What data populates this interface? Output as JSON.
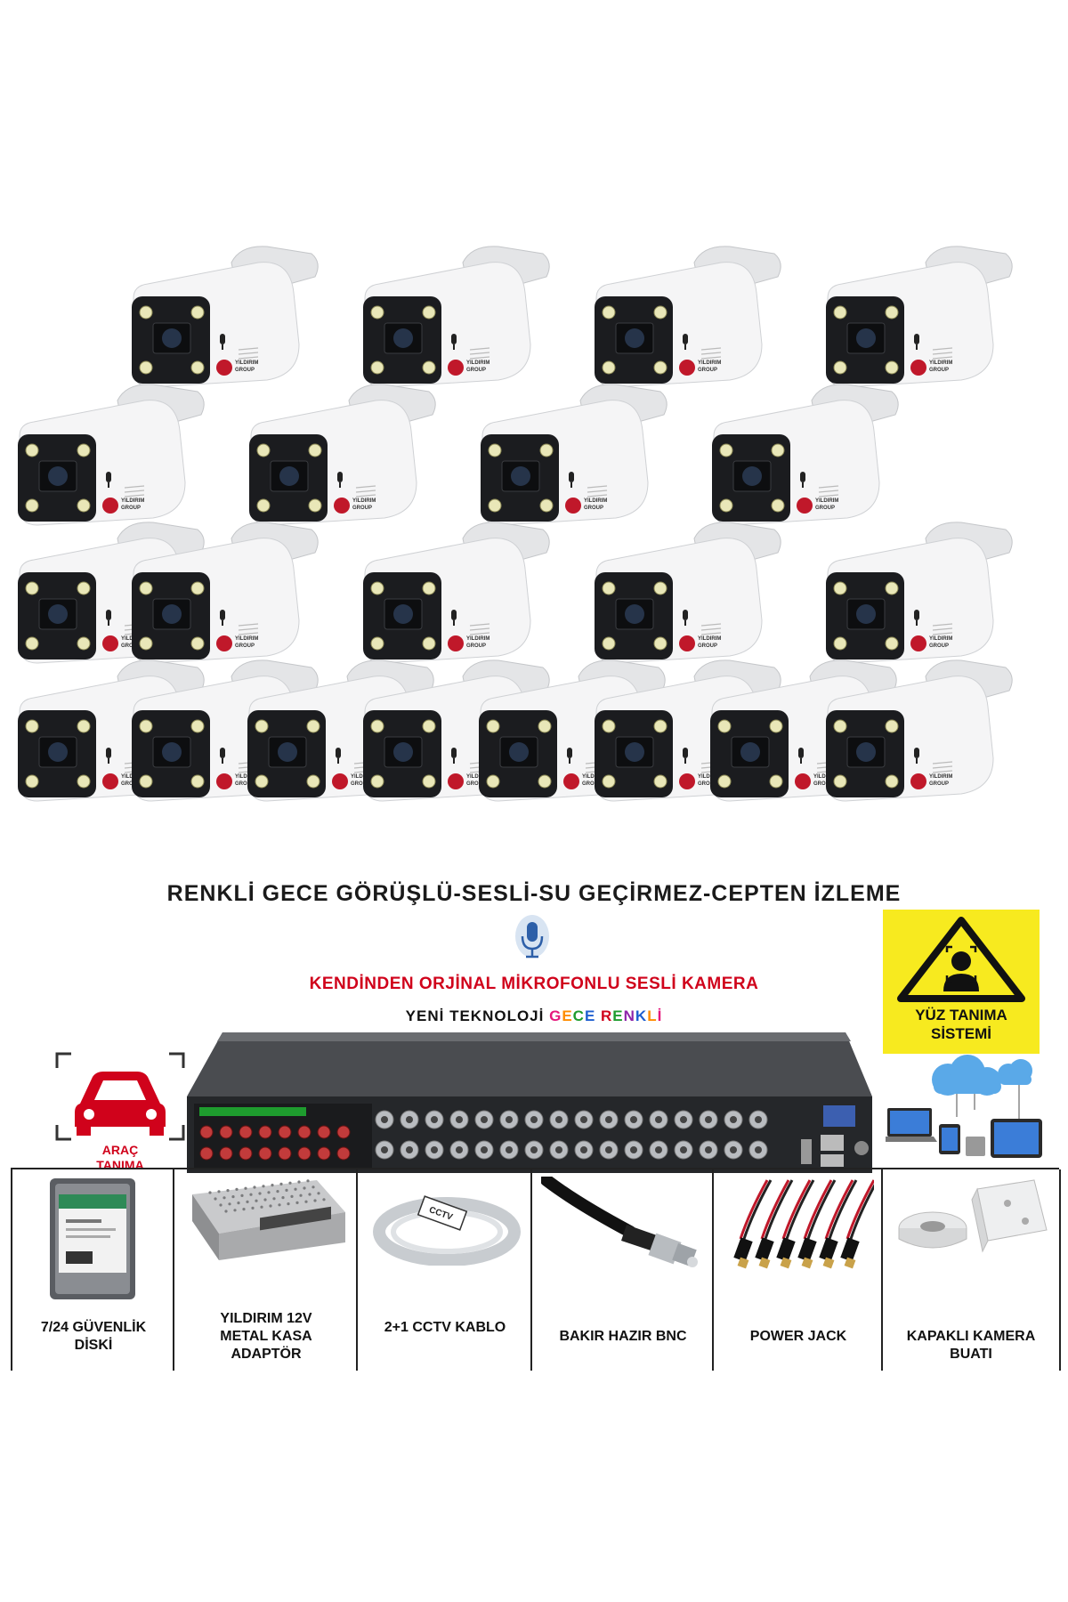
{
  "headline": "RENKLİ GECE GÖRÜŞLÜ-SESLİ-SU  GEÇİRMEZ-CEPTEN  İZLEME",
  "mic_headline": "KENDİNDEN ORJİNAL MİKROFONLU SESLİ KAMERA",
  "tech_line": {
    "prefix": "YENİ TEKNOLOJİ ",
    "colored": [
      {
        "text": "G",
        "color": "#e5177b"
      },
      {
        "text": "E",
        "color": "#ff8c00"
      },
      {
        "text": "C",
        "color": "#1e9c2e"
      },
      {
        "text": "E ",
        "color": "#1e5fd0"
      },
      {
        "text": "R",
        "color": "#d0021b"
      },
      {
        "text": "E",
        "color": "#1e9c2e"
      },
      {
        "text": "N",
        "color": "#8e24aa"
      },
      {
        "text": "K",
        "color": "#1e5fd0"
      },
      {
        "text": "L",
        "color": "#ff8c00"
      },
      {
        "text": "İ",
        "color": "#e5177b"
      }
    ]
  },
  "face_recognition": {
    "line1": "YÜZ TANIMA",
    "line2": "SİSTEMİ"
  },
  "vehicle_recognition": {
    "line1": "ARAÇ",
    "line2": "TANIMA"
  },
  "camera_brand": {
    "line1": "YILDIRIM",
    "line2": "GROUP"
  },
  "products": [
    {
      "line1": "7/24 GÜVENLİK",
      "line2": "DİSKİ",
      "icon": "hard-drive-icon"
    },
    {
      "line1": "YILDIRIM 12V",
      "line2": "METAL KASA",
      "line3": "ADAPTÖR",
      "icon": "power-supply-icon"
    },
    {
      "line1": "2+1 CCTV KABLO",
      "icon": "cable-reel-icon"
    },
    {
      "line1": "BAKIR HAZIR BNC",
      "icon": "bnc-connector-icon"
    },
    {
      "line1": "POWER JACK",
      "icon": "power-jack-icon"
    },
    {
      "line1": "KAPAKLI KAMERA",
      "line2": "BUATI",
      "icon": "junction-box-icon"
    }
  ],
  "colors": {
    "alert_red": "#d0021b",
    "warning_yellow": "#f7ea1f"
  }
}
